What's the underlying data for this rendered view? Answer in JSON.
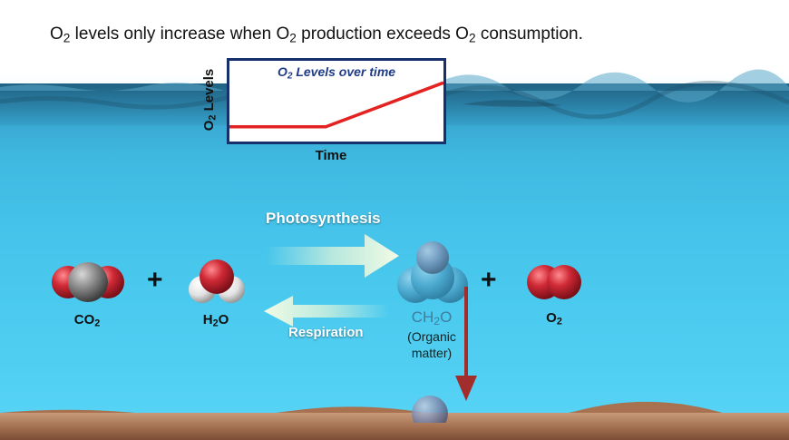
{
  "heading": {
    "p1": "O",
    "s1": "2",
    "p2": " levels only increase when O",
    "s2": "2",
    "p3": " production exceeds O",
    "s3": "2",
    "p4": " consumption."
  },
  "chart": {
    "title_prefix": "O",
    "title_sub": "2",
    "title_rest": " Levels over time",
    "ylabel_prefix": "O",
    "ylabel_sub": "2",
    "ylabel_rest": " Levels",
    "xlabel": "Time",
    "line_color": "#e32222"
  },
  "chart_data": {
    "type": "line",
    "title": "O2 Levels over time",
    "xlabel": "Time",
    "ylabel": "O2 Levels",
    "x": [
      0,
      45,
      100
    ],
    "y": [
      20,
      20,
      80
    ],
    "xlim": [
      0,
      100
    ],
    "ylim": [
      0,
      100
    ],
    "grid": false
  },
  "reactants": {
    "co2": {
      "prefix": "CO",
      "sub": "2",
      "rest": ""
    },
    "plus1": "+",
    "h2o": {
      "prefix": "H",
      "sub": "2",
      "rest": "O"
    }
  },
  "processes": {
    "forward": "Photosynthesis",
    "reverse": "Respiration"
  },
  "products": {
    "ch2o": {
      "prefix": "CH",
      "sub": "2",
      "rest": "O"
    },
    "organic_line1": "(Organic",
    "organic_line2": "matter)",
    "plus2": "+",
    "o2": {
      "prefix": "O",
      "sub": "2",
      "rest": ""
    }
  },
  "colors": {
    "oxygen_atom": "#d02a36",
    "carbon_atom": "#8a8a8a",
    "hydrogen_atom": "#e6e6e6",
    "organic_atom": "#4fa2c8",
    "sink_arrow": "#a12d2d",
    "chart_border": "#16306b"
  }
}
